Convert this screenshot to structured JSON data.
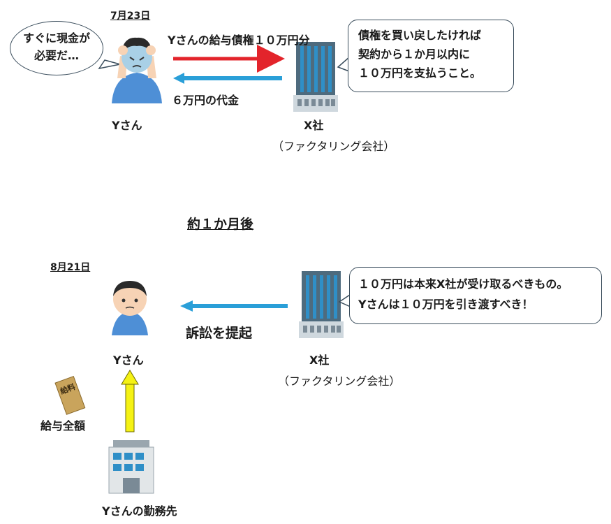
{
  "top": {
    "date": "7月23日",
    "thought_bubble": [
      "すぐに現金が",
      "必要だ…"
    ],
    "arrow_right_label": "Yさんの給与債権１０万円分",
    "arrow_left_label": "６万円の代金",
    "person_label": "Yさん",
    "company_label": "X社",
    "company_sub": "（ファクタリング会社）",
    "speech_bubble": [
      "債権を買い戻したければ",
      "契約から１か月以内に",
      "１０万円を支払うこと。"
    ]
  },
  "middle": {
    "title": "約１か月後"
  },
  "bottom": {
    "date": "8月21日",
    "person_label": "Yさん",
    "arrow_label": "訴訟を提起",
    "company_label": "X社",
    "company_sub": "（ファクタリング会社）",
    "speech_bubble": [
      "１０万円は本来X社が受け取るべきもの。",
      "Yさんは１０万円を引き渡すべき！"
    ],
    "salary_label": "給与全額",
    "envelope_text": "給料",
    "employer_label": "Yさんの勤務先"
  },
  "colors": {
    "red_arrow": "#e3242b",
    "blue_arrow": "#2a9fd8",
    "yellow_arrow": "#f5f214",
    "building_dark": "#4e6b7e",
    "building_window": "#2f8fc7",
    "skin": "#f7d3b5",
    "shirt": "#4e8fd6"
  }
}
